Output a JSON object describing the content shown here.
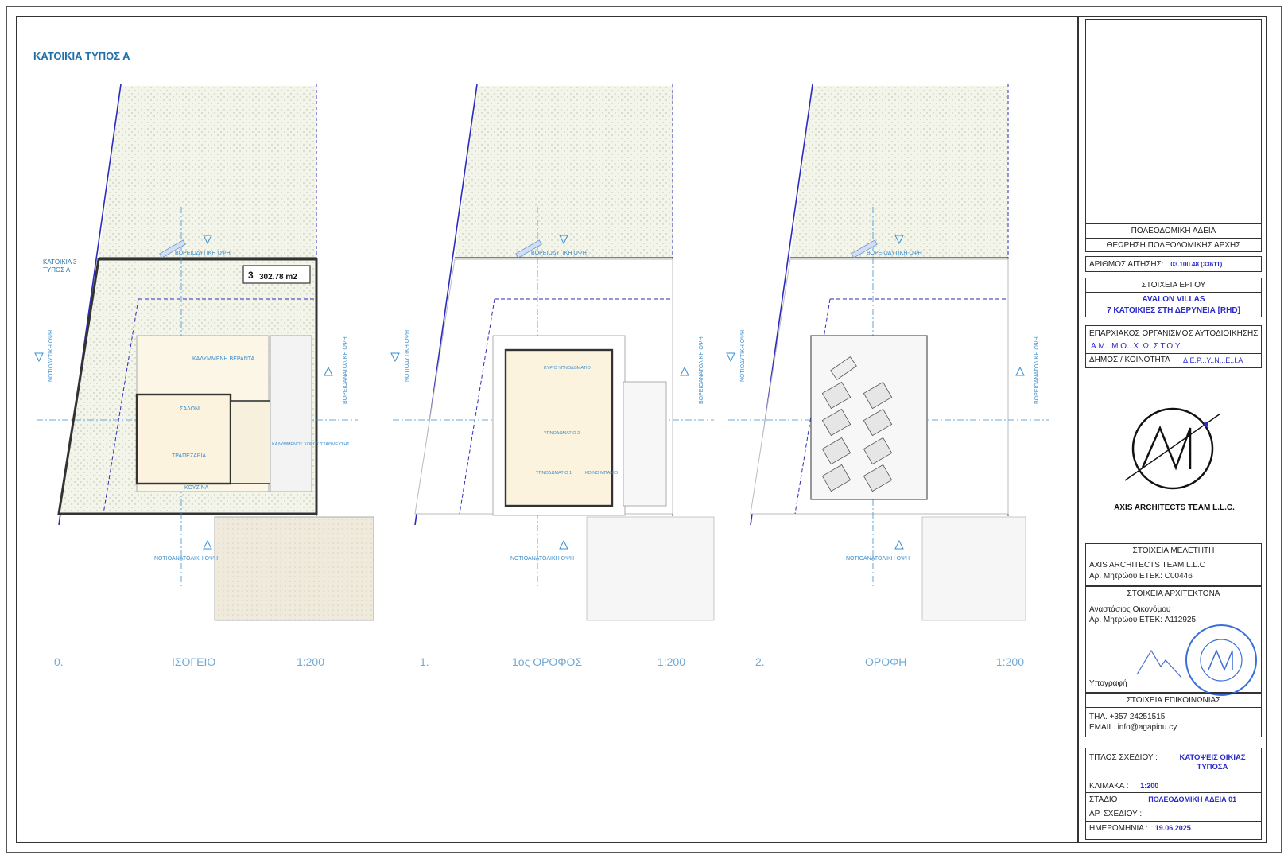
{
  "sheet_title": "ΚΑΤΟΙΚΙΑ ΤΥΠΟΣ Α",
  "plans": [
    {
      "num": "0.",
      "name": "ΙΣΟΓΕΙΟ",
      "scale": "1:200",
      "north_label": "ΒΟΡΕΙΟΔΥΤΙΚΗ ΟΨΗ",
      "south_label": "ΝΟΤΙΟΑΝΑΤΟΛΙΚΗ ΟΨΗ",
      "west_label": "ΝΟΤΙΟΔΥΤΙΚΗ ΟΨΗ",
      "east_label": "ΒΟΡΕΙΟΑΝΑΤΟΛΙΚΗ ΟΨΗ",
      "house_tag": "ΚΑΤΟΙΚΙΑ 3",
      "house_type": "ΤΥΠΟΣ Α",
      "plot_no": "3",
      "plot_area": "302.78 m2",
      "rooms": [
        "ΚΑΛΥΜΜΕΝΗ ΒΕΡΑΝΤΑ",
        "ΣΑΛΟΝΙ",
        "ΤΡΑΠΕΖΑΡΙΑ",
        "ΚΟΥΖΙΝΑ",
        "ΚΑΛΥΜΜΕΝΟΣ ΧΩΡΟΣ ΣΤΑΘΜΕΥΣΗΣ"
      ]
    },
    {
      "num": "1.",
      "name": "1ος ΟΡΟΦΟΣ",
      "scale": "1:200",
      "north_label": "ΒΟΡΕΙΟΔΥΤΙΚΗ ΟΨΗ",
      "south_label": "ΝΟΤΙΟΑΝΑΤΟΛΙΚΗ ΟΨΗ",
      "west_label": "ΝΟΤΙΟΔΥΤΙΚΗ ΟΨΗ",
      "east_label": "ΒΟΡΕΙΟΑΝΑΤΟΛΙΚΗ ΟΨΗ",
      "rooms": [
        "ΚΥΡΙΟ ΥΠΝΟΔΩΜΑΤΙΟ",
        "ΥΠΝΟΔΩΜΑΤΙΟ 2",
        "ΥΠΝΟΔΩΜΑΤΙΟ 1",
        "ΚΟΙΝΟ ΜΠΑΝΙΟ"
      ]
    },
    {
      "num": "2.",
      "name": "ΟΡΟΦΗ",
      "scale": "1:200",
      "north_label": "ΒΟΡΕΙΟΔΥΤΙΚΗ ΟΨΗ",
      "south_label": "ΝΟΤΙΟΑΝΑΤΟΛΙΚΗ ΟΨΗ",
      "west_label": "ΝΟΤΙΟΔΥΤΙΚΗ ΟΨΗ",
      "east_label": "ΒΟΡΕΙΟΑΝΑΤΟΛΙΚΗ ΟΨΗ",
      "rooms": []
    }
  ],
  "title_block": {
    "permit": "ΠΟΛΕΟΔΟΜΙΚΗ ΑΔΕΙΑ",
    "review": "ΘΕΩΡΗΣΗ ΠΟΛΕΟΔΟΜΙΚΗΣ ΑΡΧΗΣ",
    "app_no_label": "ΑΡΙΘΜΟΣ ΑΙΤΗΣΗΣ:",
    "app_no": "03.100.48 (33611)",
    "project_header": "ΣΤΟΙΧΕΙΑ ΕΡΓΟΥ",
    "project_name": "AVALON VILLAS",
    "project_desc": "7 ΚΑΤΟΙΚΙΕΣ ΣΤΗ ΔΕΡΥΝΕΙΑ [RHD]",
    "authority_label": "ΕΠΑΡΧΙΑΚΟΣ ΟΡΓΑΝΙΣΜΟΣ ΑΥΤΟΔΙΟΙΚΗΣΗΣ",
    "authority": "Α.Μ...Μ.Ο...Χ..Ω..Σ.Τ.Ο.Υ",
    "municipality_label": "ΔΗΜΟΣ / ΚΟΙΝΟΤΗΤΑ",
    "municipality": "Δ.Ε.Ρ...Υ..Ν...Ε..Ι.Α",
    "logo_text": "AXIS ARCHITECTS TEAM L.L.C.",
    "designer_header": "ΣΤΟΙΧΕΙΑ ΜΕΛΕΤΗΤΗ",
    "designer_name": "AXIS ARCHITECTS TEAM L.L.C",
    "designer_reg": "Αρ. Μητρώου ΕΤΕΚ: C00446",
    "architect_header": "ΣΤΟΙΧΕΙΑ ΑΡΧΙΤΕΚΤΟΝΑ",
    "architect_name": "Αναστάσιος Οικονόμου",
    "architect_reg": "Αρ. Μητρώου ΕΤΕΚ: A112925",
    "signature_label": "Υπογραφή",
    "contact_header": "ΣΤΟΙΧΕΙΑ ΕΠΙΚΟΙΝΩΝΙΑΣ",
    "phone": "ΤΗΛ. +357 24251515",
    "email": "EMAIL. info@agapiou.cy",
    "drawing_title_label": "ΤΙΤΛΟΣ ΣΧΕΔΙΟΥ :",
    "drawing_title": "ΚΑΤΟΨΕΙΣ ΟΙΚΙΑΣ ΤΥΠΟΣΑ",
    "scale_label": "ΚΛΙΜΑΚΑ :",
    "scale": "1:200",
    "stage_label": "ΣΤΑΔΙΟ",
    "stage": "ΠΟΛΕΟΔΟΜΙΚΗ ΑΔΕΙΑ 01",
    "drawing_no_label": "ΑΡ. ΣΧΕΔΙΟΥ :",
    "drawing_no": "",
    "date_label": "ΗΜΕΡΟΜΗΝΙΑ :",
    "date": "19.06.2025"
  }
}
